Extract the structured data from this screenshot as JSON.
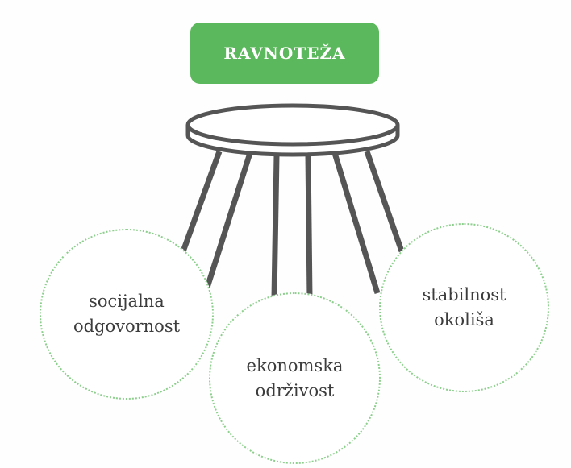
{
  "diagram": {
    "title": "RAVNOTEŽA",
    "pillars": [
      {
        "line1": "socijalna",
        "line2": "odgovornost"
      },
      {
        "line1": "ekonomska",
        "line2": "održivost"
      },
      {
        "line1": "stabilnost",
        "line2": "okoliša"
      }
    ]
  },
  "colors": {
    "title_fill": "#5cb85c",
    "title_text": "#ffffff",
    "stool_stroke": "#555555",
    "circle_border": "#8ccf8c",
    "label_text": "#3c3c3c"
  }
}
